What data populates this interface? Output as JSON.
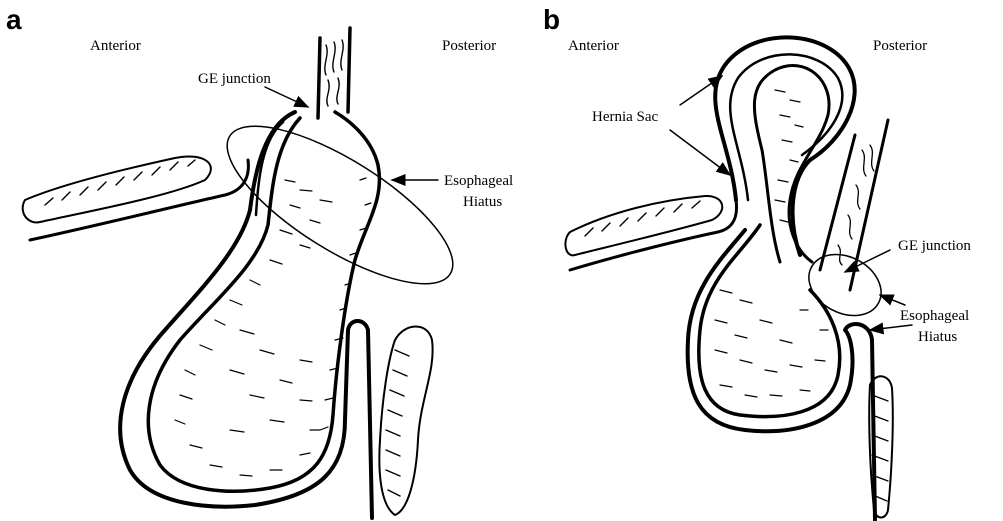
{
  "panel_a": {
    "letter": "a",
    "anterior": "Anterior",
    "posterior": "Posterior",
    "ge_junction": "GE junction",
    "hiatus_line1": "Esophageal",
    "hiatus_line2": "Hiatus"
  },
  "panel_b": {
    "letter": "b",
    "anterior": "Anterior",
    "posterior": "Posterior",
    "hernia_sac": "Hernia Sac",
    "ge_junction": "GE junction",
    "hiatus_line1": "Esophageal",
    "hiatus_line2": "Hiatus"
  }
}
